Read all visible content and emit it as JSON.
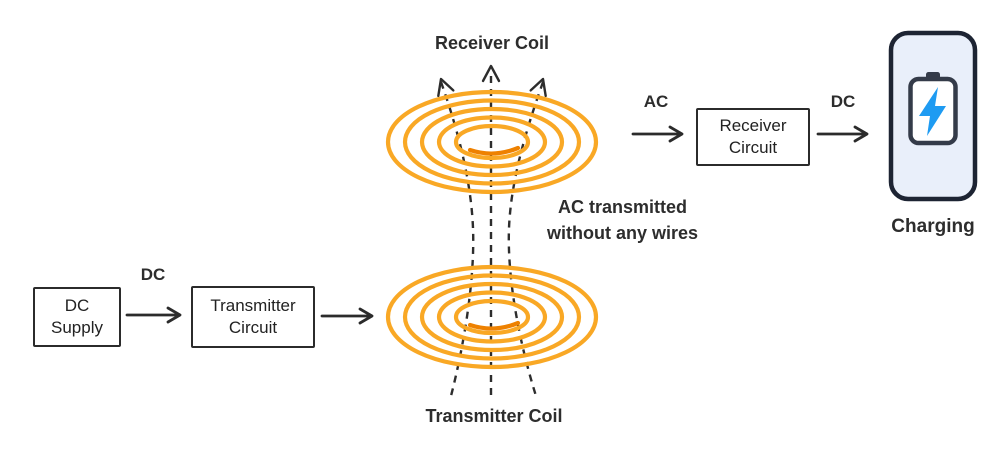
{
  "diagram": {
    "title": "Wireless power transfer diagram",
    "colors": {
      "coil": "#F9A825",
      "coil_inner": "#EE8100",
      "line": "#2b2b2b",
      "box_border": "#2b2b2b",
      "phone_border": "#1d2433",
      "phone_fill": "#E9EFFA",
      "battery_outline": "#343b49",
      "bolt_blue": "#1E9BF2",
      "background": "#ffffff"
    },
    "boxes": {
      "dc_supply": {
        "line1": "DC",
        "line2": "Supply"
      },
      "transmitter_circuit": {
        "line1": "Transmitter",
        "line2": "Circuit"
      },
      "receiver_circuit": {
        "line1": "Receiver",
        "line2": "Circuit"
      }
    },
    "labels": {
      "dc_left": "DC",
      "ac": "AC",
      "dc_right": "DC",
      "receiver_coil": "Receiver Coil",
      "transmitter_coil": "Transmitter Coil",
      "ac_note_line1": "AC transmitted",
      "ac_note_line2": "without any wires",
      "charging": "Charging"
    },
    "icons": {
      "phone": "phone-charging-icon",
      "battery": "battery-bolt-icon",
      "field_lines": "magnetic-field-dashed-arrows"
    }
  }
}
